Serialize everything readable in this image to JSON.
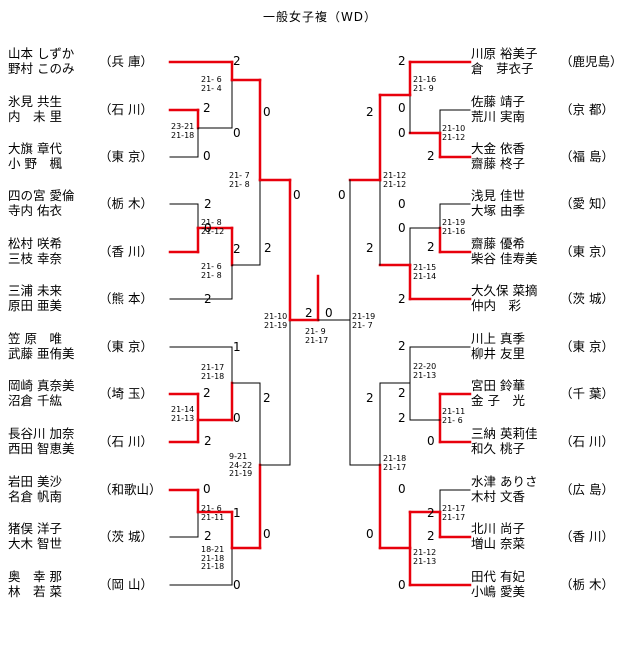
{
  "title": "一般女子複（WD）",
  "left_teams": [
    {
      "p1": "山本 しずか",
      "p2": "野村 このみ",
      "pref": "（兵 庫）"
    },
    {
      "p1": "氷見 共生",
      "p2": "内　未 里",
      "pref": "（石 川）"
    },
    {
      "p1": "大旗 章代",
      "p2": "小 野　楓",
      "pref": "（東 京）"
    },
    {
      "p1": "四の宮 愛倫",
      "p2": "寺内 佑衣",
      "pref": "（栃 木）"
    },
    {
      "p1": "松村 咲希",
      "p2": "三枝 幸奈",
      "pref": "（香 川）"
    },
    {
      "p1": "三浦 未来",
      "p2": "原田 亜美",
      "pref": "（熊 本）"
    },
    {
      "p1": "笠 原　唯",
      "p2": "武藤 亜侑美",
      "pref": "（東 京）"
    },
    {
      "p1": "岡崎 真奈美",
      "p2": "沼倉 千紘",
      "pref": "（埼 玉）"
    },
    {
      "p1": "長谷川 加奈",
      "p2": "西田 智恵美",
      "pref": "（石 川）"
    },
    {
      "p1": "岩田 美沙",
      "p2": "名倉 帆南",
      "pref": "（和歌山）"
    },
    {
      "p1": "猪俣 洋子",
      "p2": "大木 智世",
      "pref": "（茨 城）"
    },
    {
      "p1": "奥　幸 那",
      "p2": "林　若 菜",
      "pref": "（岡 山）"
    }
  ],
  "right_teams": [
    {
      "p1": "川原 裕美子",
      "p2": "倉　芽衣子",
      "pref": "（鹿児島）"
    },
    {
      "p1": "佐藤 靖子",
      "p2": "荒川 実南",
      "pref": "（京 都）"
    },
    {
      "p1": "大金 依香",
      "p2": "齋藤 柊子",
      "pref": "（福 島）"
    },
    {
      "p1": "浅見 佳世",
      "p2": "大塚 由季",
      "pref": "（愛 知）"
    },
    {
      "p1": "齋藤 優希",
      "p2": "柴谷 佳寿美",
      "pref": "（東 京）"
    },
    {
      "p1": "大久保 菜摘",
      "p2": "仲内　彩",
      "pref": "（茨 城）"
    },
    {
      "p1": "川上 真季",
      "p2": "柳井 友里",
      "pref": "（東 京）"
    },
    {
      "p1": "宮田 鈴華",
      "p2": "金 子　光",
      "pref": "（千 葉）"
    },
    {
      "p1": "三納 英莉佳",
      "p2": "和久 桃子",
      "pref": "（石 川）"
    },
    {
      "p1": "水津 ありさ",
      "p2": "木村 文香",
      "pref": "（広 島）"
    },
    {
      "p1": "北川 尚子",
      "p2": "増山 奈菜",
      "pref": "（香 川）"
    },
    {
      "p1": "田代 有妃",
      "p2": "小嶋 愛美",
      "pref": "（栃 木）"
    }
  ],
  "left_scores": [
    "2",
    "2",
    "0",
    "0",
    "0",
    "2",
    "0",
    "2",
    "2",
    "2",
    "0",
    "1",
    "2",
    "0",
    "2",
    "2",
    "0",
    "1",
    "2",
    "0",
    "0"
  ],
  "right_scores": [
    "2",
    "0",
    "2",
    "0",
    "2",
    "2",
    "2",
    "0",
    "0",
    "2",
    "0",
    "2",
    "2",
    "0",
    "2",
    "2",
    "0",
    "2",
    "2",
    "0",
    "0"
  ],
  "left_game_scores": [
    "21- 6\n21- 4",
    "23-21\n21-18",
    "21- 7\n21- 8",
    "21- 8\n21-12",
    "21- 6\n21- 8",
    "21-10\n21-19",
    "21-17\n21-18",
    "21-14\n21-13",
    "9-21\n24-22\n21-19",
    "21- 6\n21-11",
    "18-21\n21-18\n21-18"
  ],
  "right_game_scores": [
    "21-16\n21- 9",
    "21-10\n21-12",
    "21-12\n21-12",
    "21-19\n21-16",
    "21-15\n21-14",
    "21-19\n21- 7",
    "22-20\n21-13",
    "21-11\n21- 6",
    "21-18\n21-17",
    "21-17\n21-17",
    "21-12\n21-13"
  ],
  "final": {
    "left_score": "2",
    "right_score": "0",
    "games": "21- 9\n21-17"
  }
}
